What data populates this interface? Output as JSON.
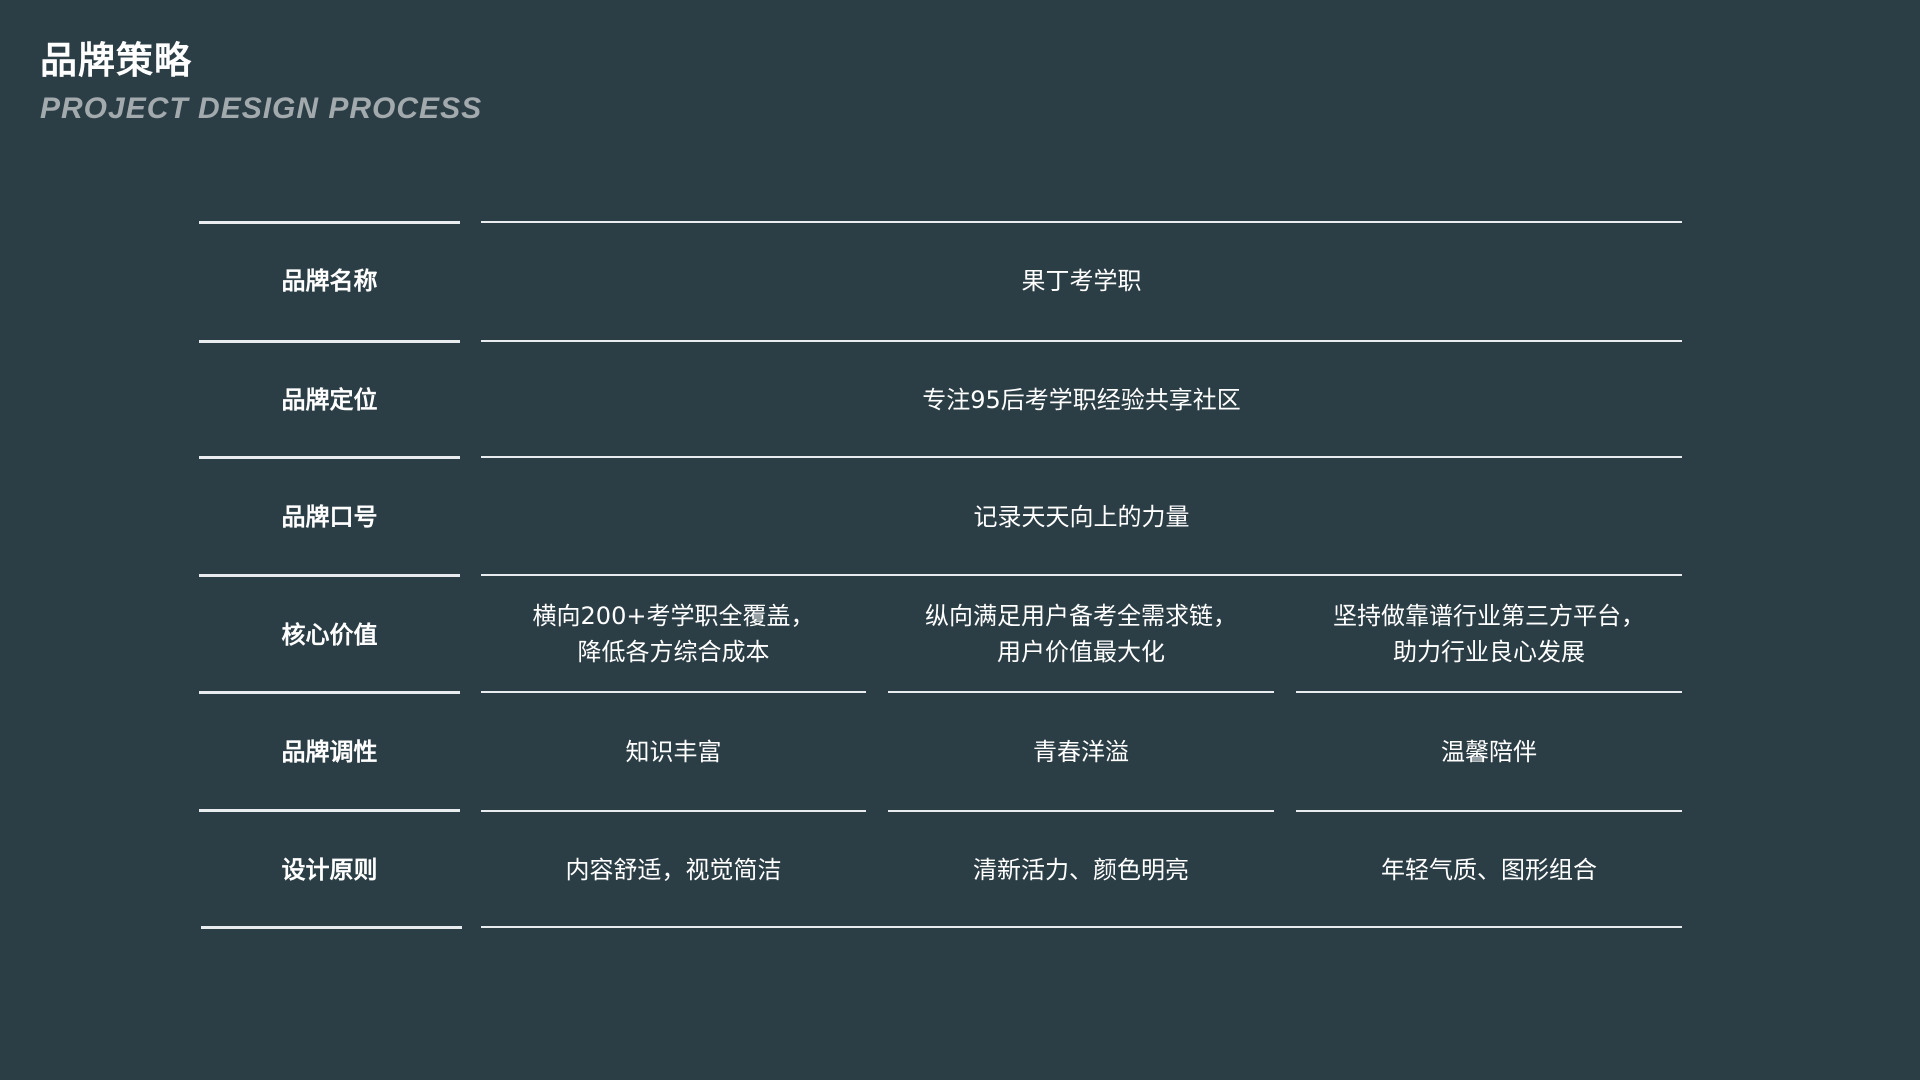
{
  "header": {
    "title": "品牌策略",
    "subtitle": "PROJECT DESIGN PROCESS"
  },
  "table": {
    "rows": [
      {
        "label": "品牌名称",
        "values": [
          "果丁考学职"
        ]
      },
      {
        "label": "品牌定位",
        "values": [
          "专注95后考学职经验共享社区"
        ]
      },
      {
        "label": "品牌口号",
        "values": [
          "记录天天向上的力量"
        ]
      },
      {
        "label": "核心价值",
        "values": [
          [
            "横向200+考学职全覆盖，",
            "降低各方综合成本"
          ],
          [
            "纵向满足用户备考全需求链，",
            "用户价值最大化"
          ],
          [
            "坚持做靠谱行业第三方平台，",
            "助力行业良心发展"
          ]
        ]
      },
      {
        "label": "品牌调性",
        "values": [
          "知识丰富",
          "青春洋溢",
          "温馨陪伴"
        ]
      },
      {
        "label": "设计原则",
        "values": [
          "内容舒适，视觉简洁",
          "清新活力、颜色明亮",
          "年轻气质、图形组合"
        ]
      }
    ]
  }
}
